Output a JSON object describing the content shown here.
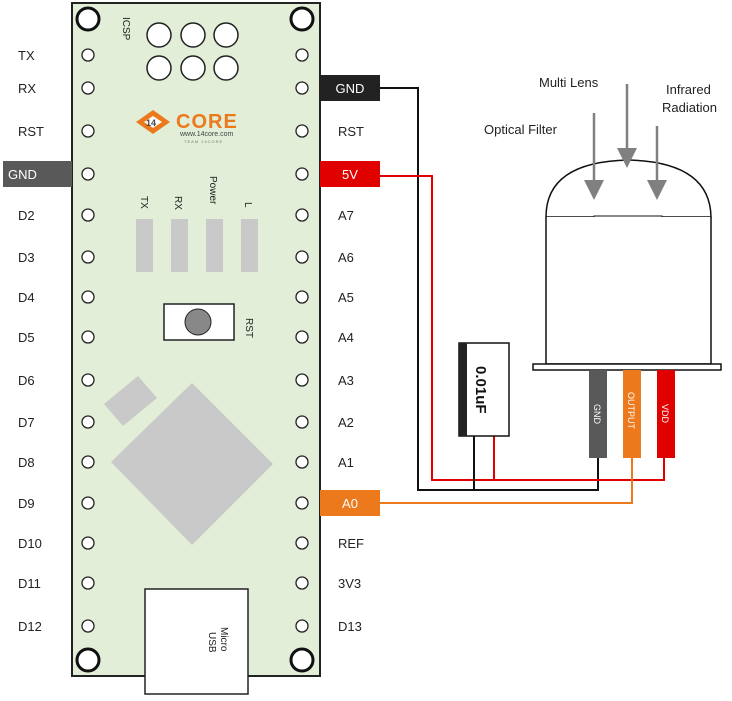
{
  "board": {
    "logo_text": "CORE",
    "logo_url": "www.14core.com",
    "logo_tagline": "TEAM 14CORE",
    "icsp_label": "ICSP",
    "led_labels": [
      "TX",
      "RX",
      "Power",
      "L"
    ],
    "reset_label": "RST",
    "usb_label": "Micro USB",
    "left_pins": [
      "TX",
      "RX",
      "RST",
      "GND",
      "D2",
      "D3",
      "D4",
      "D5",
      "D6",
      "D7",
      "D8",
      "D9",
      "D10",
      "D11",
      "D12"
    ],
    "right_pins": [
      "GND",
      "RST",
      "5V",
      "A7",
      "A6",
      "A5",
      "A4",
      "A3",
      "A2",
      "A1",
      "A0",
      "REF",
      "3V3",
      "D13"
    ]
  },
  "sensor": {
    "labels": {
      "multi_lens": "Multi Lens",
      "infrared_1": "Infrared",
      "infrared_2": "Radiation",
      "optical_filter": "Optical Filter"
    },
    "pins": [
      "GND",
      "OUTPUT",
      "VDD"
    ]
  },
  "capacitor": {
    "value": "0.01uF"
  },
  "colors": {
    "board_fill": "#e2eed7",
    "board_stroke": "#222222",
    "gnd_label": "#222222",
    "gnd_left_label": "#595959",
    "vcc_label": "#e00000",
    "a0_label": "#ec7a1c",
    "wire_gnd": "#111111",
    "wire_vcc": "#e00000",
    "wire_signal": "#ec7a1c",
    "sensor_pin_gnd": "#595959",
    "sensor_pin_out": "#ec7a1c",
    "sensor_pin_vdd": "#e00000",
    "led_pad": "#c9c9c9",
    "chip": "#c9c9c9",
    "arrow": "#808080"
  }
}
